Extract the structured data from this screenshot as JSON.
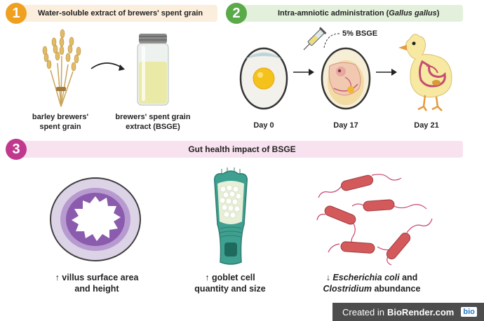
{
  "step1": {
    "number": "1",
    "title": "Water-soluble extract of brewers' spent grain",
    "grain_label": "barley brewers' spent grain",
    "extract_label": "brewers' spent grain extract (BSGE)"
  },
  "step2": {
    "number": "2",
    "title_prefix": "Intra-amniotic administration (",
    "title_italic": "Gallus gallus",
    "title_suffix": ")",
    "dose_label": "5% BSGE",
    "days": [
      "Day 0",
      "Day 17",
      "Day 21"
    ]
  },
  "step3": {
    "number": "3",
    "title": "Gut health impact of BSGE",
    "villus_caption_1": "↑ villus surface area",
    "villus_caption_2": "and height",
    "goblet_caption_1": "↑ goblet cell",
    "goblet_caption_2": "quantity and size",
    "bact_caption_prefix": "↓ ",
    "bact_caption_italic_1": "Escherichia coli",
    "bact_caption_mid": " and",
    "bact_caption_italic_2": "Clostridium",
    "bact_caption_suffix": " abundance"
  },
  "footer": {
    "prefix": "Created in ",
    "brand": "BioRender.com",
    "logo": "bio"
  },
  "colors": {
    "badge1": "#f0a020",
    "banner1": "#fbeedd",
    "badge2": "#5aaa4a",
    "banner2": "#e3f0dc",
    "badge3": "#c0398e",
    "banner3": "#f8e2ef"
  }
}
